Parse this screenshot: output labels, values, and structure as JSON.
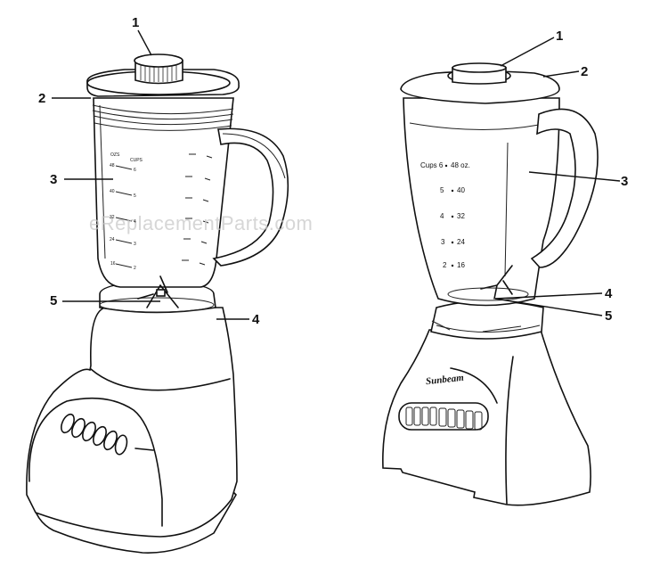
{
  "watermark": "eReplacementParts.com",
  "left_blender": {
    "callouts": [
      {
        "id": "1",
        "label": "1"
      },
      {
        "id": "2",
        "label": "2"
      },
      {
        "id": "3",
        "label": "3"
      },
      {
        "id": "4",
        "label": "4"
      },
      {
        "id": "5",
        "label": "5"
      }
    ],
    "jar_scale": {
      "header_left": "OZS",
      "header_right": "CUPS",
      "marks": [
        {
          "oz": "48",
          "cups": "6"
        },
        {
          "oz": "40",
          "cups": "5"
        },
        {
          "oz": "32",
          "cups": "4"
        },
        {
          "oz": "24",
          "cups": "3"
        },
        {
          "oz": "16",
          "cups": "2"
        }
      ]
    }
  },
  "right_blender": {
    "callouts": [
      {
        "id": "1",
        "label": "1"
      },
      {
        "id": "2",
        "label": "2"
      },
      {
        "id": "3",
        "label": "3"
      },
      {
        "id": "4",
        "label": "4"
      },
      {
        "id": "5",
        "label": "5"
      }
    ],
    "jar_scale": {
      "marks": [
        {
          "cups": "Cups 6",
          "oz": "48 oz."
        },
        {
          "cups": "5",
          "oz": "40"
        },
        {
          "cups": "4",
          "oz": "32"
        },
        {
          "cups": "3",
          "oz": "24"
        },
        {
          "cups": "2",
          "oz": "16"
        }
      ]
    },
    "brand": "Sunbeam"
  }
}
